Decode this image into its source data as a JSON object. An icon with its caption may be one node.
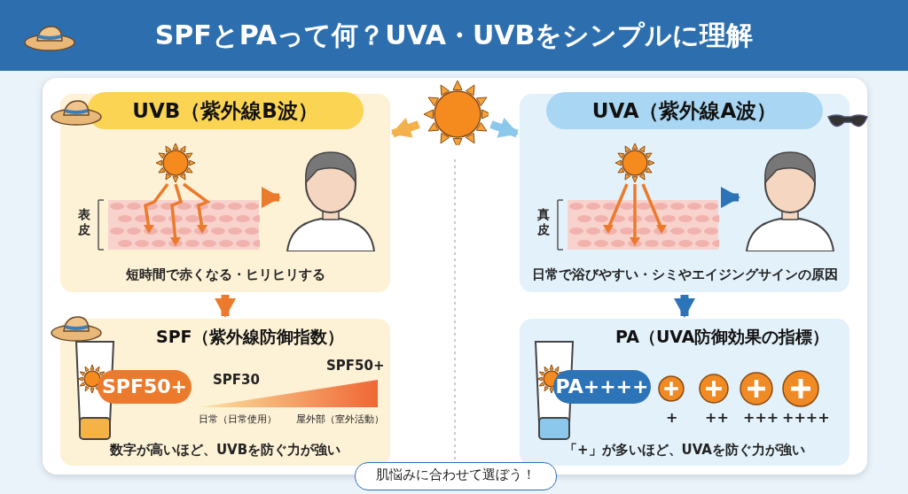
{
  "diagram": {
    "title": "SPFとPAって何？UVA・UVBをシンプルに理解",
    "nodes": [
      {
        "text": [
          "UVB（紫外線B波）",
          "短時間で赤くなる・ヒリヒリする"
        ]
      },
      {
        "text": [],
        "shape": "picture"
      },
      {
        "text": [
          "UVA（紫外線A波）",
          "日常で浴びやすい・シミやエイジングサインの原因"
        ]
      },
      {
        "text": [],
        "shape": "picture",
        "in": 0,
        "beside": [
          "表皮"
        ]
      },
      {
        "text": [],
        "shape": "person",
        "in": 0
      },
      {
        "text": [],
        "shape": "picture",
        "in": 2,
        "beside": [
          "真皮"
        ]
      },
      {
        "text": [],
        "shape": "person",
        "in": 2
      },
      {
        "text": [
          "SPF（紫外線防御指数）",
          "数字が高いほど、UVBを防ぐ力が強い"
        ]
      },
      {
        "text": [
          "SPF50+"
        ],
        "in": 7
      },
      {
        "text": [
          "PA（UVA防御効果の指標）",
          "「+」が多いほど、UVAを防ぐ力が強い"
        ]
      },
      {
        "text": [
          "PA++++"
        ],
        "in": 9
      },
      {
        "text": [
          "肌悩みに合わせて選ぼう！"
        ]
      }
    ],
    "edges": [
      {
        "from": 1,
        "to": 0,
        "arrow": "to",
        "color": "#f4b04a"
      },
      {
        "from": 1,
        "to": 2,
        "arrow": "to",
        "color": "#8cc8ec"
      },
      {
        "from": 3,
        "to": 4,
        "arrow": "to",
        "color": "#ec7a2c"
      },
      {
        "from": 5,
        "to": 6,
        "arrow": "to",
        "color": "#2c73b8"
      },
      {
        "from": 0,
        "to": 7,
        "arrow": "to",
        "color": "#ec7a2c"
      },
      {
        "from": 2,
        "to": 9,
        "arrow": "to",
        "color": "#2c73b8"
      }
    ],
    "labels": [
      "SPF30",
      "SPF50+",
      "日常（日常使用）",
      "屋外部（室外活動）",
      "+",
      "++",
      "+++",
      "++++"
    ]
  }
}
